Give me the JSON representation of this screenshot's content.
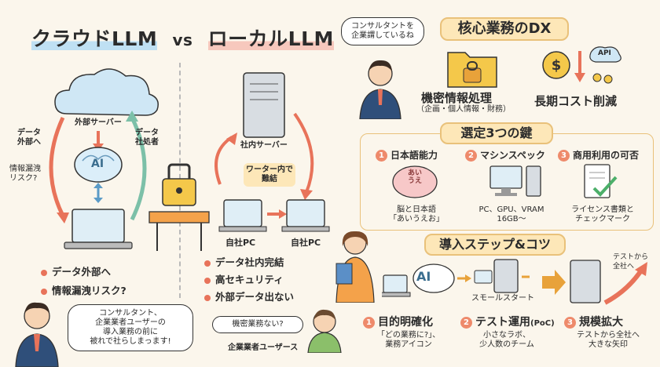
{
  "title": {
    "cloud": "クラウドLLM",
    "vs": "vs",
    "local": "ローカルLLM"
  },
  "cloud": {
    "server_label": "外部サーバー",
    "arrow_left": "データ\n外部へ",
    "arrow_right": "データ\n社処者",
    "leak_note": "情報漏洩\nリスク?",
    "ai_label": "AI",
    "bullets": [
      "データ外部へ",
      "情報漏洩リスク?"
    ]
  },
  "local": {
    "server_label": "社内サーバー",
    "closed_tag": "ワーター内で\n難結",
    "pc_left": "自社PC",
    "pc_right": "自社PC",
    "bullets": [
      "データ社内完結",
      "高セキュリティ",
      "外部データ出ない"
    ],
    "user_bubble": "機密業務ない?",
    "user_label": "企業業者ユーザース"
  },
  "consultant_bubble": "コンサルタント、\n企業業者ユーザーの\n導入業務の前に\n被れで社らしまっます!",
  "dx": {
    "bubble": "コンサルタントを\n企業謂しているね",
    "title": "核心業務のDX",
    "item1_title": "機密情報処理",
    "item1_sub": "（企画・個人情報・財務）",
    "item2_title": "長期コスト削減",
    "api_label": "API"
  },
  "keys": {
    "title": "選定3つの鍵",
    "items": [
      {
        "num": "1",
        "title": "日本語能力",
        "caption": "脳と日本語\n「あいうえお」",
        "brain_text": "あい\nうえ"
      },
      {
        "num": "2",
        "title": "マシンスペック",
        "caption": "PC、GPU、VRAM\n16GB〜"
      },
      {
        "num": "3",
        "title": "商用利用の可否",
        "caption": "ライセンス書類と\nチェックマーク"
      }
    ]
  },
  "steps": {
    "title": "導入ステップ&コツ",
    "ai_bubble": "AI",
    "small_start": "スモールスタート",
    "expand_note": "テストから\n全社へ",
    "items": [
      {
        "num": "1",
        "title": "目的明確化",
        "caption": "「どの業務に?」、\n業務アイコン"
      },
      {
        "num": "2",
        "title": "テスト運用",
        "suffix": "(PoC)",
        "caption": "小さなラボ、\n少人数のチーム"
      },
      {
        "num": "3",
        "title": "規模拡大",
        "caption": "テストから全社へ\n大きな矢印"
      }
    ]
  },
  "colors": {
    "accent": "#ee8a6b",
    "cloud_blue": "#cfe7f5",
    "banner": "#fde7b8",
    "paper": "#fbf6ec"
  }
}
